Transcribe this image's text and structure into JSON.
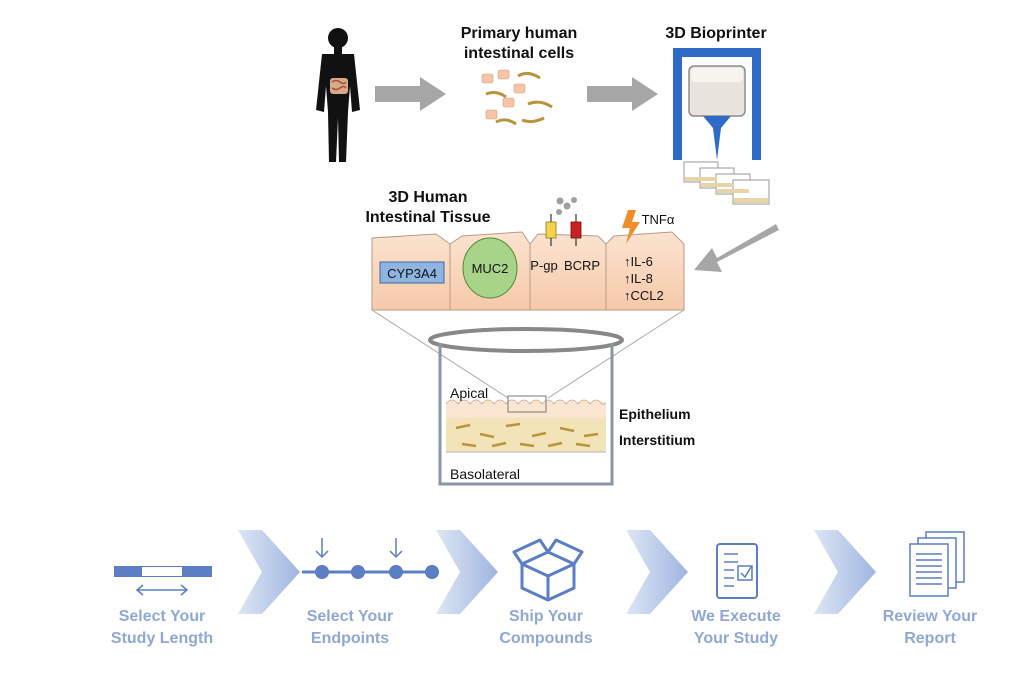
{
  "labels": {
    "cells_line1": "Primary human",
    "cells_line2": "intestinal cells",
    "bioprinter": "3D Bioprinter",
    "tissue_line1": "3D Human",
    "tissue_line2": "Intestinal Tissue",
    "cyp3a4": "CYP3A4",
    "muc2": "MUC2",
    "pgp": "P-gp",
    "bcrp": "BCRP",
    "tnfa": "TNFα",
    "il6": "↑IL-6",
    "il8": "↑IL-8",
    "ccl2": "↑CCL2",
    "apical": "Apical",
    "basolateral": "Basolateral",
    "epithelium": "Epithelium",
    "interstitium": "Interstitium"
  },
  "steps": [
    {
      "line1": "Select Your",
      "line2": "Study Length",
      "icon": "study-length-icon"
    },
    {
      "line1": "Select Your",
      "line2": "Endpoints",
      "icon": "endpoints-icon"
    },
    {
      "line1": "Ship Your",
      "line2": "Compounds",
      "icon": "box-icon"
    },
    {
      "line1": "We Execute",
      "line2": "Your Study",
      "icon": "checklist-icon"
    },
    {
      "line1": "Review Your",
      "line2": "Report",
      "icon": "report-icon"
    }
  ],
  "colors": {
    "step_text": "#8fa8d6",
    "step_icon": "#5b7ec4",
    "arrow_gray": "#a6a6a6",
    "bioprinter_blue": "#2f6ac6",
    "tissue_fill": "#fad7c0",
    "muc2_green": "#a8d48a"
  }
}
